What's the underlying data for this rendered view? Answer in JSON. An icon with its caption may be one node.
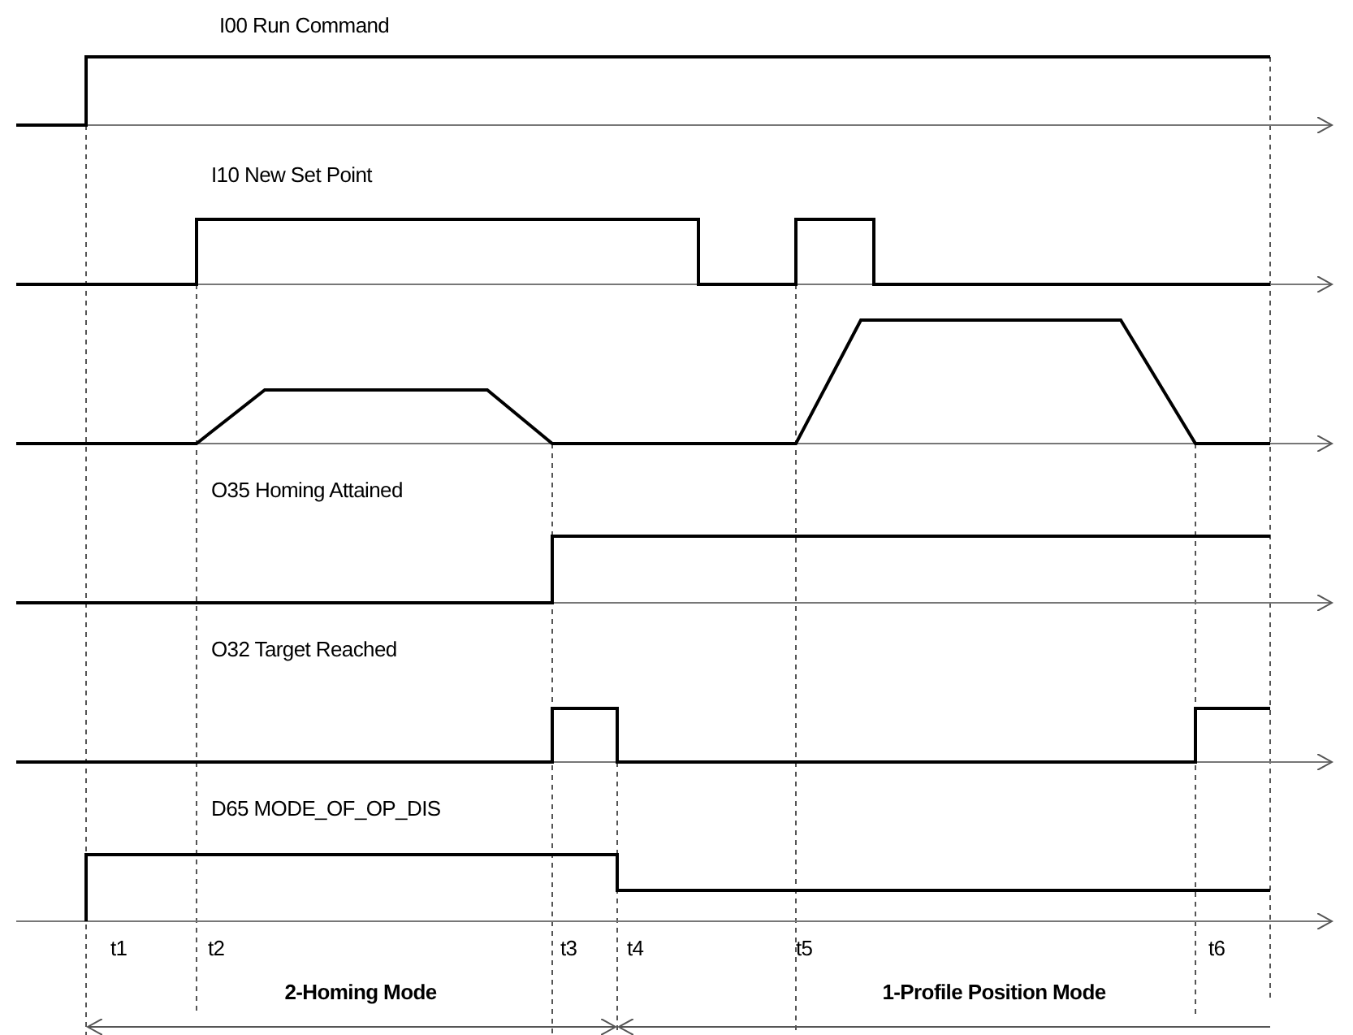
{
  "diagram": {
    "labels": [
      "I00 Run Command",
      "I10 New Set Point",
      "O35 Homing Attained",
      "O32 Target Reached",
      "D65 MODE_OF_OP_DIS",
      "t1",
      "t2",
      "t3",
      "t4",
      "t5",
      "t6",
      "2-Homing Mode",
      "1-Profile Position Mode"
    ]
  }
}
